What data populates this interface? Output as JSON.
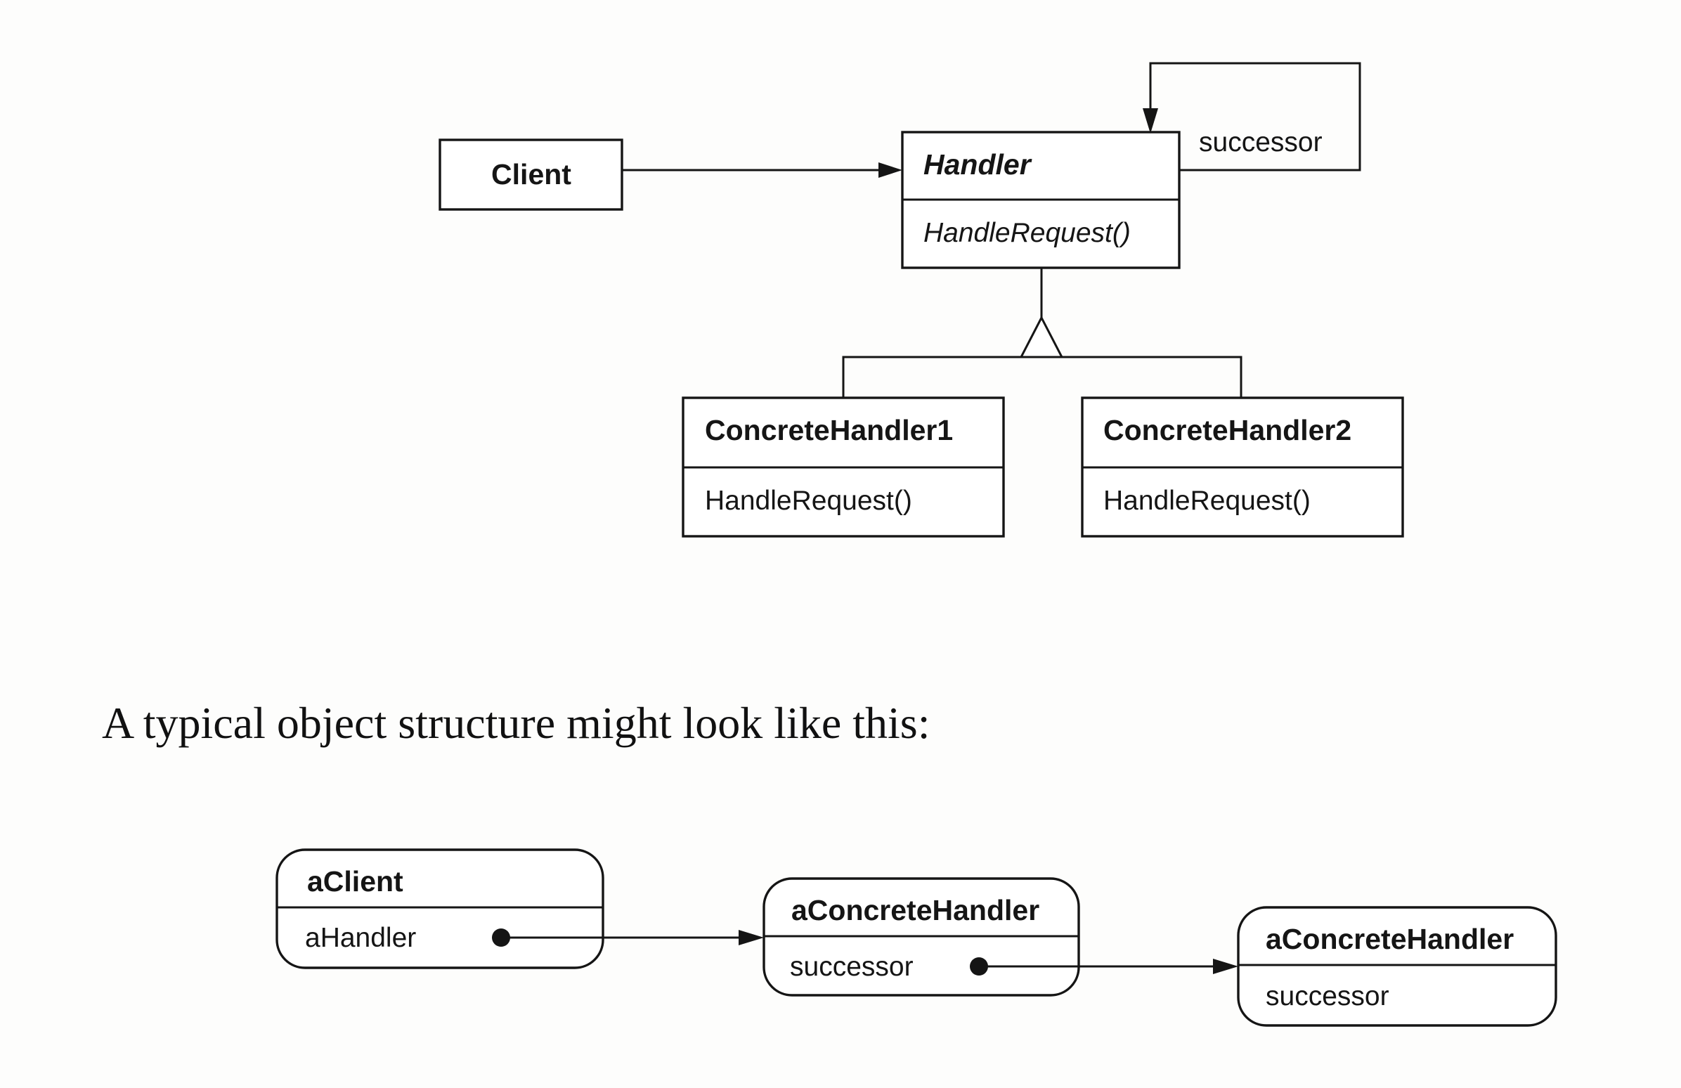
{
  "class_diagram": {
    "client": {
      "name": "Client"
    },
    "handler": {
      "name": "Handler",
      "operation": "HandleRequest()",
      "successor_label": "successor"
    },
    "concrete_handlers": [
      {
        "name": "ConcreteHandler1",
        "operation": "HandleRequest()"
      },
      {
        "name": "ConcreteHandler2",
        "operation": "HandleRequest()"
      }
    ]
  },
  "caption": "A typical object structure might look like this:",
  "object_diagram": {
    "client_object": {
      "name": "aClient",
      "field": "aHandler"
    },
    "handler_objects": [
      {
        "name": "aConcreteHandler",
        "field": "successor"
      },
      {
        "name": "aConcreteHandler",
        "field": "successor"
      }
    ]
  }
}
